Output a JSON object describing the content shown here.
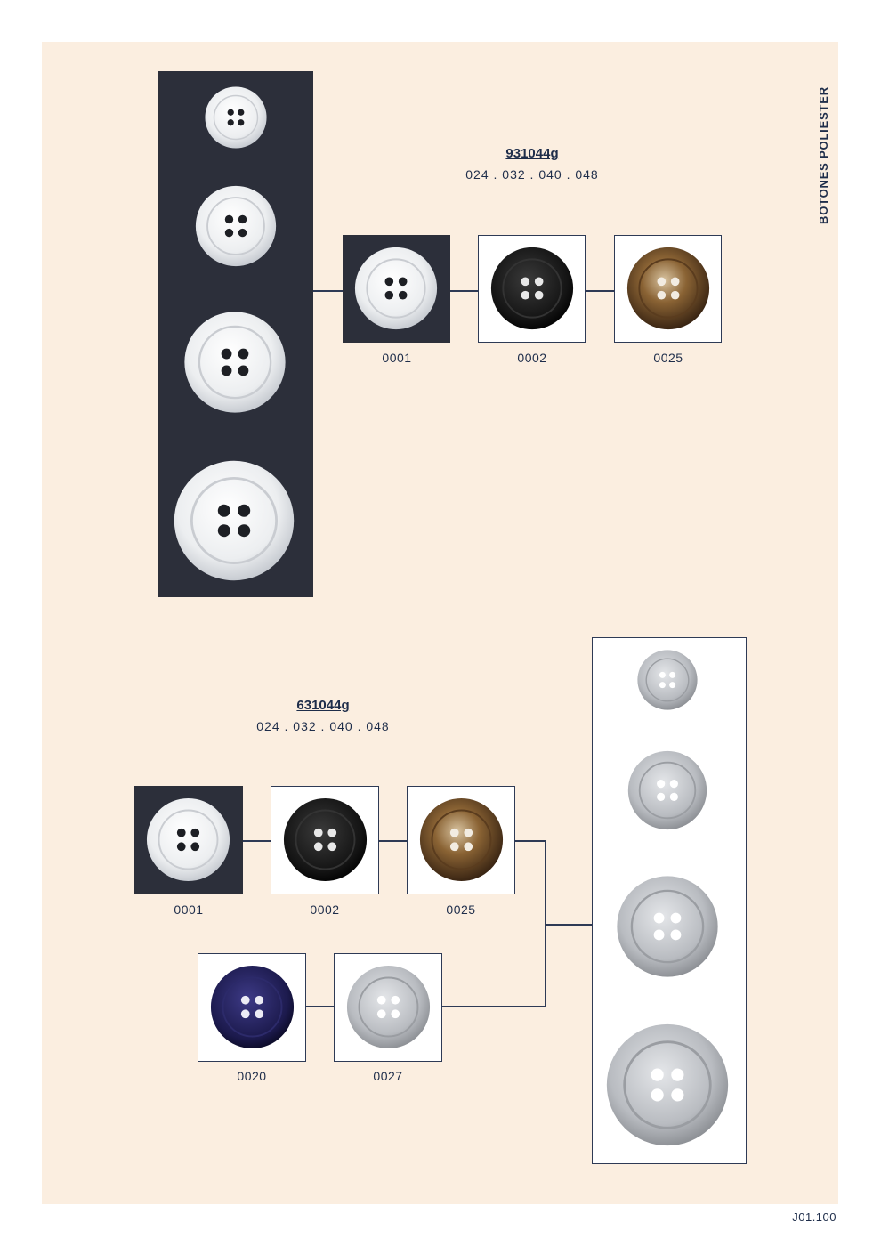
{
  "side_title": "BOTONES POLIESTER",
  "page_ref": "J01.100",
  "colors": {
    "background": "#fbeee0",
    "navy": "#1e2d4a",
    "dark_panel": "#2c2f3a"
  },
  "section_top": {
    "model": "931044g",
    "sizes": "024 . 032 . 040 . 048",
    "variants": [
      {
        "code": "0001",
        "finish": "white"
      },
      {
        "code": "0002",
        "finish": "black"
      },
      {
        "code": "0025",
        "finish": "brown"
      }
    ]
  },
  "section_bottom": {
    "model": "631044g",
    "sizes": "024 . 032 . 040 . 048",
    "variants": [
      {
        "code": "0001",
        "finish": "white"
      },
      {
        "code": "0002",
        "finish": "black"
      },
      {
        "code": "0025",
        "finish": "brown"
      },
      {
        "code": "0020",
        "finish": "navy"
      },
      {
        "code": "0027",
        "finish": "grey"
      }
    ]
  }
}
